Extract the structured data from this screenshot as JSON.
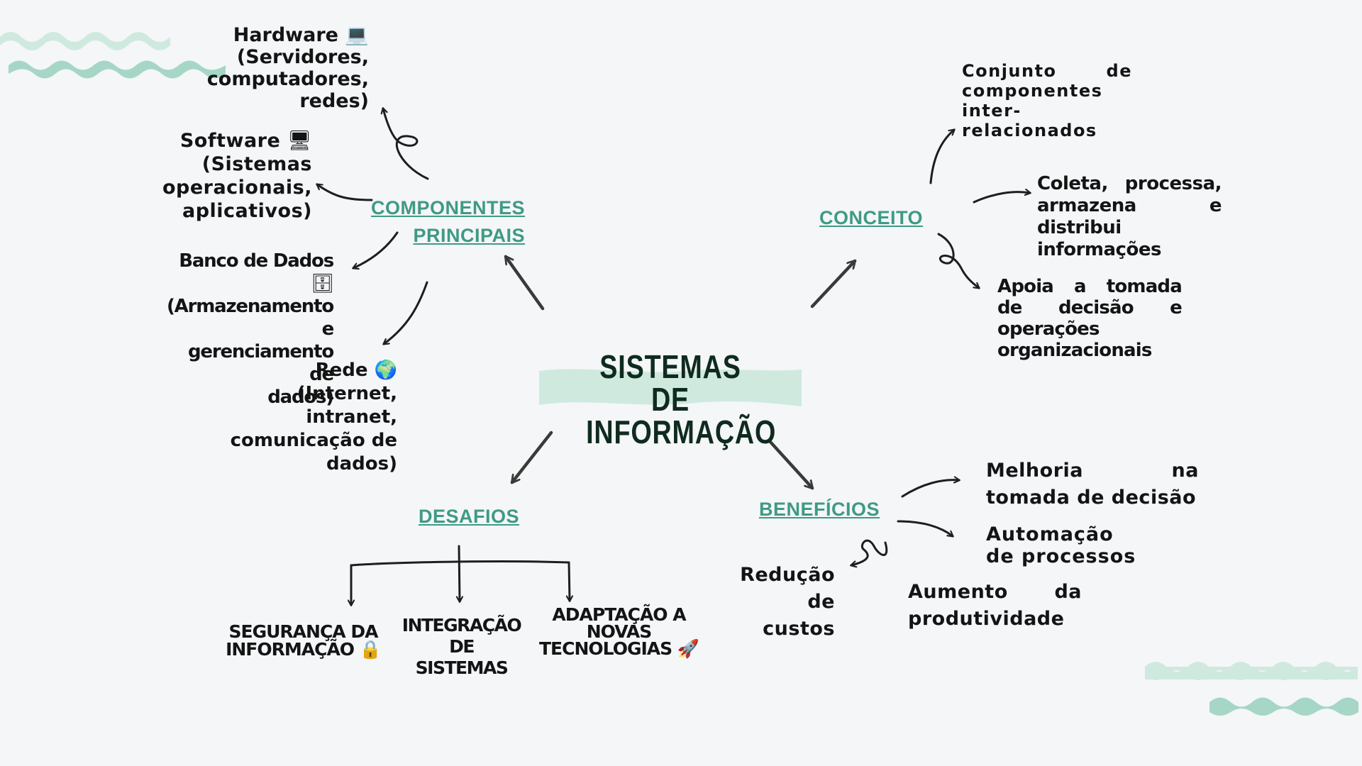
{
  "colors": {
    "background": "#f4f6f8",
    "accent_teal": "#3f9a85",
    "wave_light": "#c7e6dc",
    "wave_dark": "#9fd3c2",
    "arrow": "#2a2a2a",
    "text": "#141414"
  },
  "central": {
    "line1": "SISTEMAS DE",
    "line2": "INFORMAÇÃO"
  },
  "componentes": {
    "header_line1": "COMPONENTES",
    "header_line2": "PRINCIPAIS",
    "hardware": {
      "line1": "Hardware",
      "icon": "laptop-icon",
      "icon_glyph": "💻",
      "line2": "(Servidores,",
      "line3": "computadores,",
      "line4": "redes)"
    },
    "software": {
      "line1": "Software",
      "icon": "desktop-computer-icon",
      "icon_glyph": "🖥",
      "line2": "(Sistemas",
      "line3": "operacionais,",
      "line4": "aplicativos)"
    },
    "banco": {
      "line1": "Banco de Dados",
      "icon": "file-cabinet-icon",
      "icon_glyph": "🗄",
      "line2": "(Armazenamento e",
      "line3": "gerenciamento de",
      "line4": "dados)"
    },
    "rede": {
      "line1a": "Rede",
      "icon": "globe-icon",
      "icon_glyph": "🌍",
      "line1b": "(Internet,",
      "line2": "intranet,",
      "line3": "comunicação de",
      "line4": "dados)"
    }
  },
  "conceito": {
    "header": "CONCEITO",
    "item1": "Conjunto de componentes inter-relacionados",
    "item2": "Coleta, processa, armazena e distribui informações",
    "item3": "Apoia a tomada de decisão e operações organizacionais"
  },
  "desafios": {
    "header": "DESAFIOS",
    "seguranca": {
      "line1": "SEGURANÇA DA",
      "line2": "INFORMAÇÃO",
      "icon": "lock-icon",
      "icon_glyph": "🔒"
    },
    "integracao": {
      "line1": "INTEGRAÇÃO DE",
      "line2": "SISTEMAS"
    },
    "adaptacao": {
      "line1": "ADAPTAÇÃO A",
      "line2": "NOVAS",
      "line3": "TECNOLOGIAS",
      "icon": "rocket-icon",
      "icon_glyph": "🚀"
    }
  },
  "beneficios": {
    "header": "BENEFÍCIOS",
    "item1": "Melhoria na tomada de decisão",
    "item2": "Automação de processos",
    "item3": "Aumento da produtividade",
    "item4_line1": "Redução de",
    "item4_line2": "custos"
  }
}
